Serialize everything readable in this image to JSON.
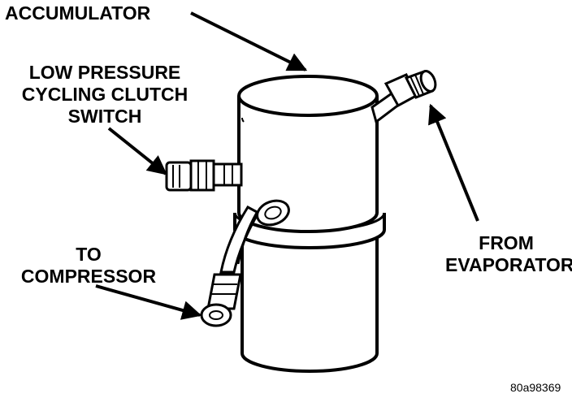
{
  "labels": {
    "accumulator": "ACCUMULATOR",
    "low_pressure_line1": "LOW PRESSURE",
    "low_pressure_line2": "CYCLING CLUTCH",
    "low_pressure_line3": "SWITCH",
    "to_compressor_line1": "TO",
    "to_compressor_line2": "COMPRESSOR",
    "from_evaporator_line1": "FROM",
    "from_evaporator_line2": "EVAPORATOR"
  },
  "figure_id": "80a98369",
  "colors": {
    "ink": "#000000",
    "paper": "#ffffff"
  }
}
